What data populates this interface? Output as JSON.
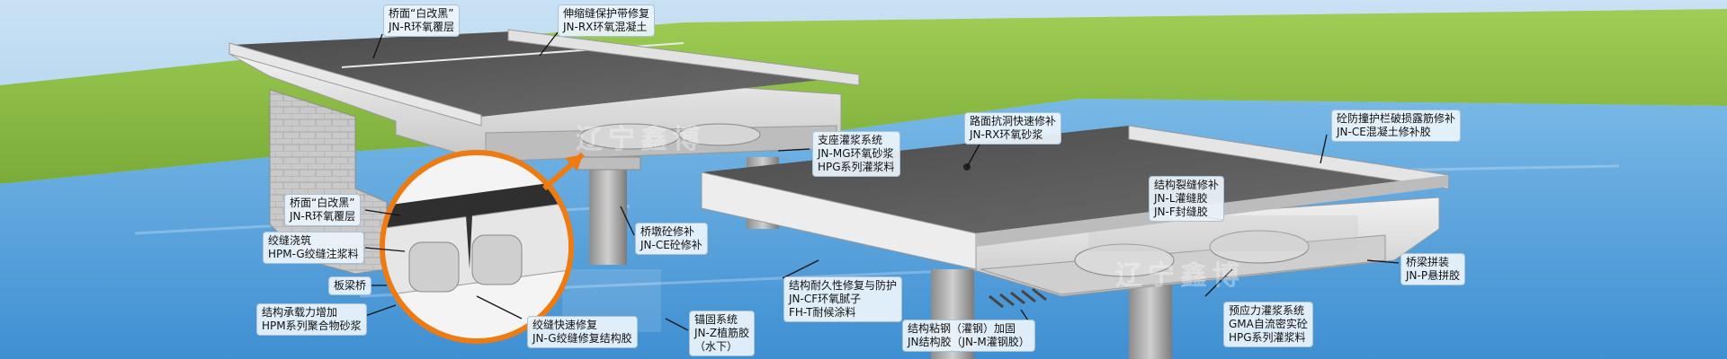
{
  "watermark": "辽宁鑫博",
  "colors": {
    "sky_top": "#b7d6ef",
    "grass": "#8fbf45",
    "water": "#5fa9de",
    "deck": "#555555",
    "concrete": "#dedede",
    "accent": "#ee7a12"
  },
  "labels": {
    "deck_coating_top": [
      "桥面“白改黑”",
      "JN-R环氧覆层"
    ],
    "expansion_joint": [
      "伸缩缝保护带修复",
      "JN-RX环氧混凝土"
    ],
    "pothole_repair": [
      "路面抗洞快速修补",
      "JN-RX环氧砂浆"
    ],
    "guardrail_repair": [
      "砼防撞护栏破损露筋修补",
      "JN-CE混凝土修补胶"
    ],
    "bearing_grout": [
      "支座灌浆系统",
      "JN-MG环氧砂浆",
      "HPG系列灌浆料"
    ],
    "crack_repair": [
      "结构裂缝修补",
      "JN-L灌缝胶",
      "JN-F封缝胶"
    ],
    "pier_repair": [
      "桥墩砼修补",
      "JN-CE砼修补"
    ],
    "durability": [
      "结构耐久性修复与防护",
      "JN-CF环氧腻子",
      "FH-T耐候涂料"
    ],
    "assembly": [
      "桥梁拼装",
      "JN-P悬拼胶"
    ],
    "anchoring": [
      "锚固系统",
      "JN-Z植筋胶",
      "（水下）"
    ],
    "steel_bonding": [
      "结构粘钢（灌钢）加固",
      "JN结构胶（JN-M灌钢胶）"
    ],
    "prestress_grout": [
      "预应力灌浆系统",
      "GMA自流密实砼",
      "HPG系列灌浆料"
    ],
    "deck_coating_detail": [
      "桥面“白改黑”",
      "JN-R环氧覆层"
    ],
    "hinge_pour": [
      "绞缝浇筑",
      "HPM-G绞缝注浆料"
    ],
    "slab_bridge": [
      "板梁桥"
    ],
    "capacity_increase": [
      "结构承载力增加",
      "HPM系列聚合物砂浆"
    ],
    "hinge_fast_repair": [
      "绞缝快速修复",
      "JN-G绞缝修复结构胶"
    ]
  }
}
